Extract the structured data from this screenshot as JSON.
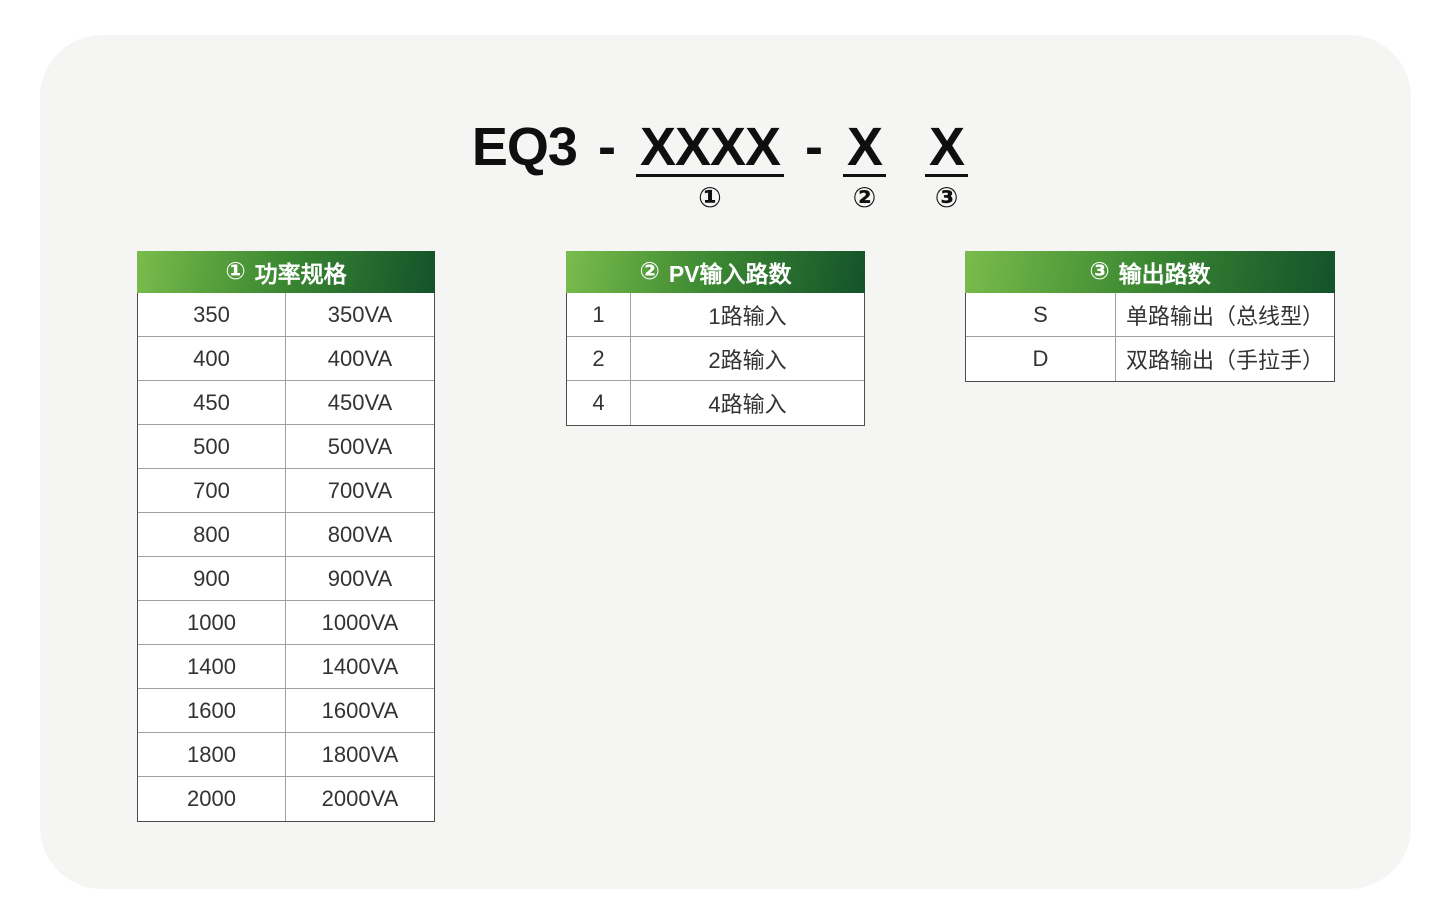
{
  "page": {
    "background": "#ffffff",
    "card_background": "#f5f5f3"
  },
  "colors": {
    "header_gradient_start": "#7abc4c",
    "header_gradient_end": "#14522a",
    "header_text": "#ffffff",
    "table_outer_border": "#4d4d4d",
    "table_inner_border": "#a0a0a0",
    "cell_text": "#333333",
    "title_text": "#0f0f0f"
  },
  "model_code": {
    "prefix": "EQ3",
    "separator": "-",
    "segments": [
      {
        "text": "XXXX",
        "marker": "①"
      },
      {
        "text": "X",
        "marker": "②"
      },
      {
        "text": "X",
        "marker": "③"
      }
    ]
  },
  "tables": [
    {
      "id": "power-spec",
      "header": {
        "marker": "①",
        "label": "功率规格"
      },
      "rows": [
        [
          "350",
          "350VA"
        ],
        [
          "400",
          "400VA"
        ],
        [
          "450",
          "450VA"
        ],
        [
          "500",
          "500VA"
        ],
        [
          "700",
          "700VA"
        ],
        [
          "800",
          "800VA"
        ],
        [
          "900",
          "900VA"
        ],
        [
          "1000",
          "1000VA"
        ],
        [
          "1400",
          "1400VA"
        ],
        [
          "1600",
          "1600VA"
        ],
        [
          "1800",
          "1800VA"
        ],
        [
          "2000",
          "2000VA"
        ]
      ]
    },
    {
      "id": "pv-input-count",
      "header": {
        "marker": "②",
        "label": "PV输入路数"
      },
      "rows": [
        [
          "1",
          "1路输入"
        ],
        [
          "2",
          "2路输入"
        ],
        [
          "4",
          "4路输入"
        ]
      ]
    },
    {
      "id": "output-count",
      "header": {
        "marker": "③",
        "label": "输出路数"
      },
      "rows": [
        [
          "S",
          "单路输出（总线型）"
        ],
        [
          "D",
          "双路输出（手拉手）"
        ]
      ]
    }
  ]
}
